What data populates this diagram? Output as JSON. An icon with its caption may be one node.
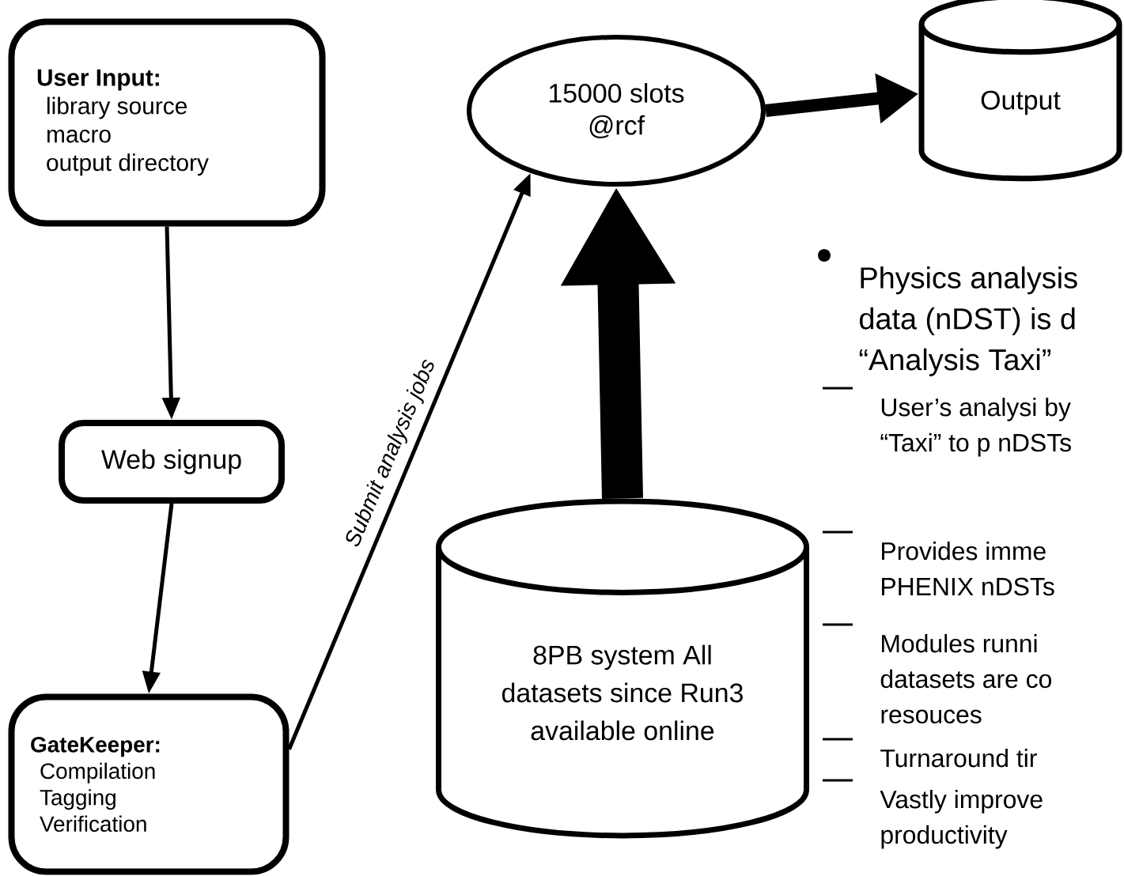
{
  "diagram": {
    "nodes": [
      {
        "text": [
          "User Input:",
          "library source",
          "macro",
          "output directory"
        ]
      },
      {
        "text": [
          "Web signup"
        ]
      },
      {
        "text": [
          "GateKeeper:",
          "Compilation",
          "Tagging",
          "Verification"
        ]
      },
      {
        "text": [
          "15000 slots @rcf"
        ]
      },
      {
        "text": [
          "Output"
        ]
      },
      {
        "text": [
          "8PB system All datasets since Run3 available online"
        ]
      }
    ],
    "edges": [
      {
        "from": 0,
        "to": 1,
        "arrow": "to"
      },
      {
        "from": 1,
        "to": 2,
        "arrow": "to"
      },
      {
        "from": 2,
        "to": 3,
        "arrow": "to",
        "label": "Submit analysis jobs"
      },
      {
        "from": 3,
        "to": 4,
        "arrow": "to",
        "style": "thick"
      },
      {
        "from": 5,
        "to": 3,
        "arrow": "to",
        "style": "thick"
      }
    ],
    "labels": [
      "Physics analysis data (nDST) is d “Analysis Taxi”",
      "User’s analysi by “Taxi” to p nDSTs",
      "Provides imme PHENIX nDSTs",
      "Modules runni datasets are co resouces",
      "Turnaround tir",
      "Vastly improve productivity"
    ]
  }
}
